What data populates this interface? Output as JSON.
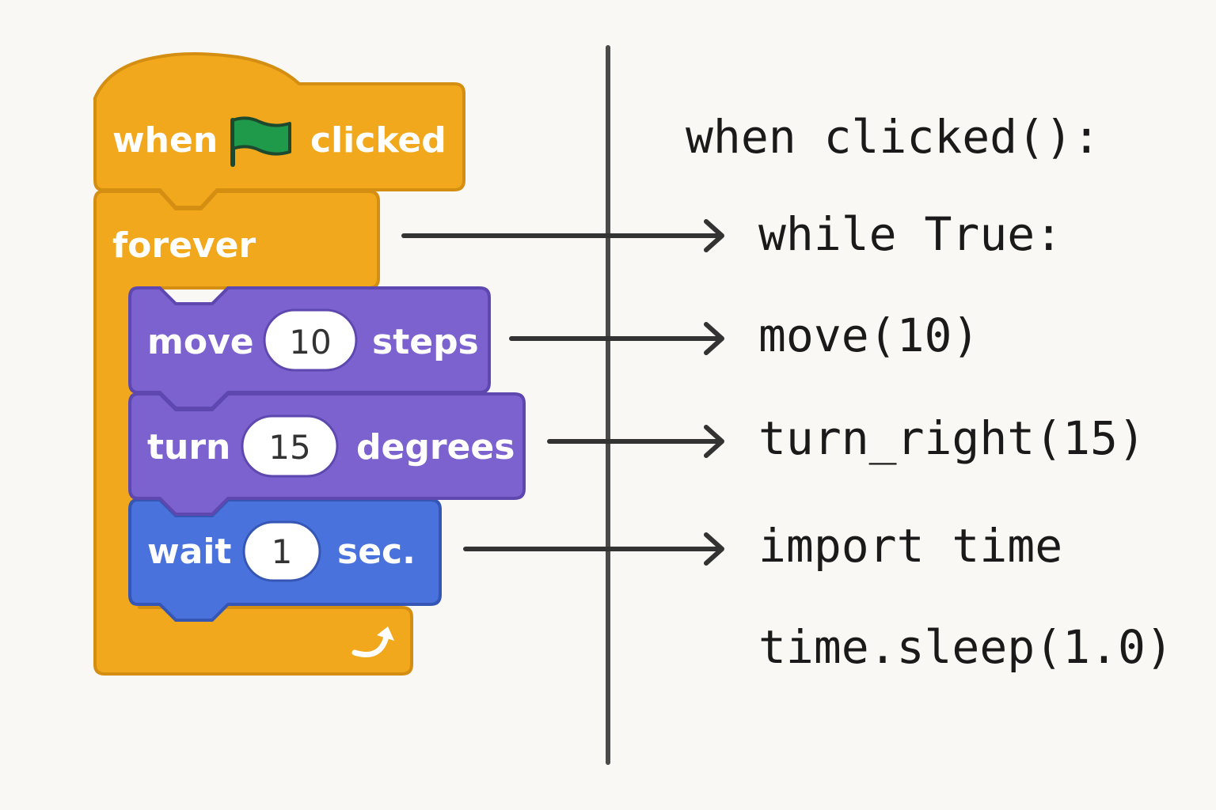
{
  "blocks": {
    "hat": {
      "left": "when",
      "right": "clicked",
      "icon": "green-flag-icon"
    },
    "forever": {
      "label": "forever",
      "loop_icon": "loop-arrow-icon"
    },
    "move": {
      "left": "move",
      "value": "10",
      "right": "steps"
    },
    "turn": {
      "left": "turn",
      "value": "15",
      "right": "degrees"
    },
    "wait": {
      "left": "wait",
      "value": "1",
      "right": "sec."
    }
  },
  "code": {
    "line1": "when clicked():",
    "line2": "while True:",
    "line3": "move(10)",
    "line4": "turn_right(15)",
    "line5": "import time",
    "line6": "time.sleep(1.0)"
  },
  "colors": {
    "events": "#f2a81d",
    "events_border": "#d48e12",
    "motion": "#7b62cf",
    "motion_border": "#5e48b0",
    "control": "#4a72dc",
    "control_border": "#3556b4",
    "flag": "#1f9a4a",
    "arrow": "#333333",
    "divider": "#4a4a4a"
  }
}
